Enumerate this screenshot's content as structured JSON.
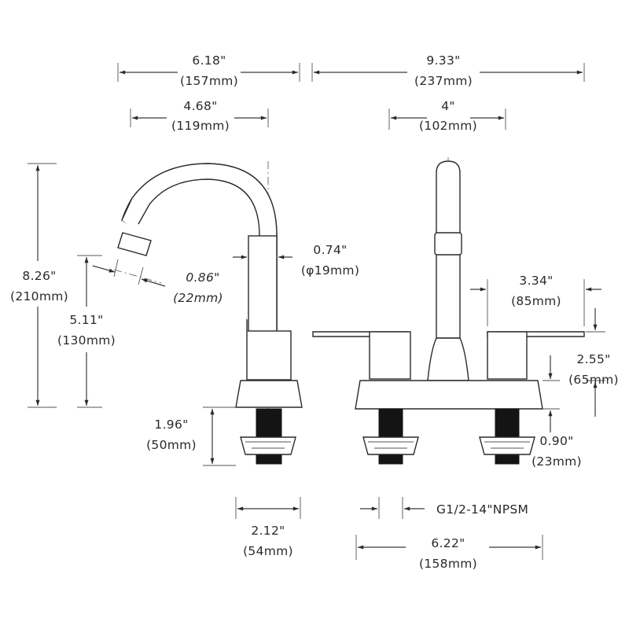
{
  "dimensions": {
    "spout_reach_overall": {
      "in": "6.18\"",
      "mm": "(157mm)"
    },
    "spout_reach": {
      "in": "4.68\"",
      "mm": "(119mm)"
    },
    "total_height": {
      "in": "8.26\"",
      "mm": "(210mm)"
    },
    "spout_height": {
      "in": "5.11\"",
      "mm": "(130mm)"
    },
    "outlet_diameter": {
      "in": "0.86\"",
      "mm": "(22mm)"
    },
    "spout_tube": {
      "in": "0.74\"",
      "mm": "(φ19mm)"
    },
    "shank_length": {
      "in": "1.96\"",
      "mm": "(50mm)"
    },
    "base_width_side": {
      "in": "2.12\"",
      "mm": "(54mm)"
    },
    "overall_width": {
      "in": "9.33\"",
      "mm": "(237mm)"
    },
    "center_spacing": {
      "in": "4\"",
      "mm": "(102mm)"
    },
    "handle_length": {
      "in": "3.34\"",
      "mm": "(85mm)"
    },
    "handle_height": {
      "in": "2.55\"",
      "mm": "(65mm)"
    },
    "base_height": {
      "in": "0.90\"",
      "mm": "(23mm)"
    },
    "base_width_front": {
      "in": "6.22\"",
      "mm": "(158mm)"
    },
    "thread": {
      "label": "G1/2-14\"NPSM"
    }
  },
  "colors": {
    "line": "#2a2a2a",
    "shank": "#141414",
    "background": "#ffffff"
  }
}
